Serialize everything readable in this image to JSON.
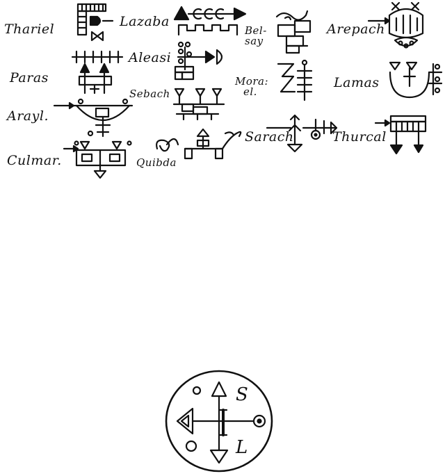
{
  "labels": {
    "thariel": "Thariel",
    "lazaba": "Lazaba",
    "belsay_1": "Bel-",
    "belsay_2": "say",
    "arepach": "Arepach",
    "paras": "Paras",
    "aleasi": "Aleasi",
    "moreal_1": "Mora:",
    "moreal_2": "el.",
    "lamas": "Lamas",
    "sebach": "Sebach",
    "arayl": "Arayl.",
    "sarach": "Sarach",
    "thurcal": "Thurcal",
    "culmar": "Culmar.",
    "quibda": "Quibda"
  },
  "seal": {
    "letter_s": "S",
    "letter_l": "L"
  },
  "colors": {
    "ink": "#111111",
    "paper": "#ffffff"
  }
}
